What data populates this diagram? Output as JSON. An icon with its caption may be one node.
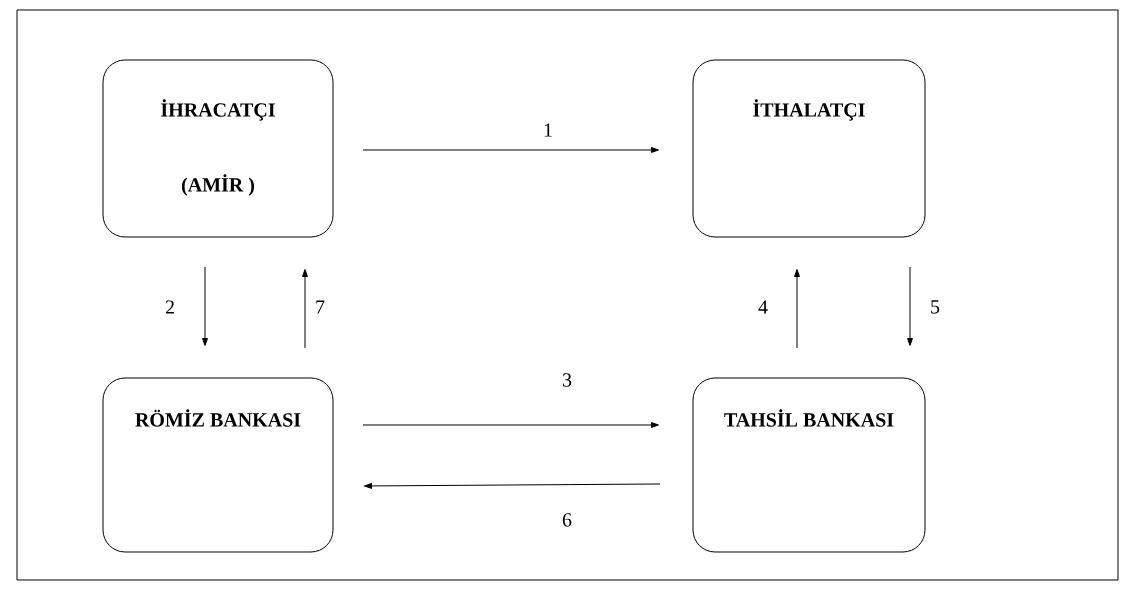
{
  "diagram": {
    "nodes": [
      {
        "text": [
          "İHRACATÇI",
          "(AMİR )"
        ]
      },
      {
        "text": [
          "İTHALATÇI"
        ]
      },
      {
        "text": [
          "RÖMİZ BANKASI"
        ]
      },
      {
        "text": [
          "TAHSİL BANKASI"
        ]
      }
    ],
    "edges": [
      {
        "from": 0,
        "to": 1,
        "arrow": "to",
        "label": "1"
      },
      {
        "from": 0,
        "to": 2,
        "arrow": "to",
        "label": "2"
      },
      {
        "from": 2,
        "to": 3,
        "arrow": "to",
        "label": "3"
      },
      {
        "from": 3,
        "to": 1,
        "arrow": "to",
        "label": "4"
      },
      {
        "from": 1,
        "to": 3,
        "arrow": "to",
        "label": "5"
      },
      {
        "from": 3,
        "to": 2,
        "arrow": "to",
        "label": "6"
      },
      {
        "from": 2,
        "to": 0,
        "arrow": "to",
        "label": "7"
      }
    ]
  }
}
